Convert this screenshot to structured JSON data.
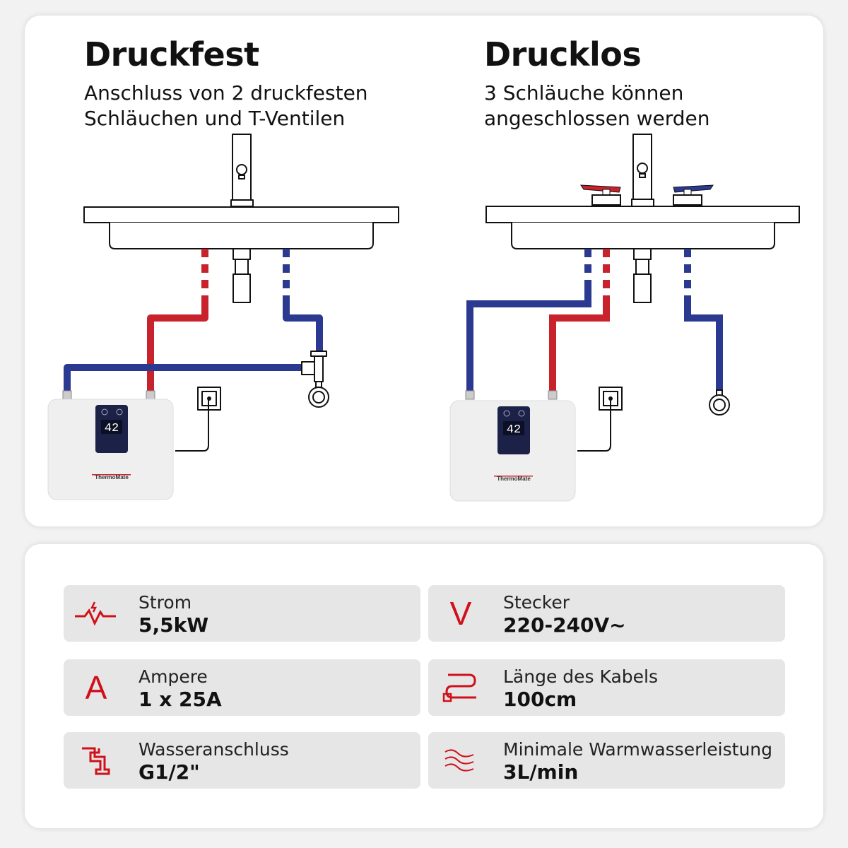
{
  "left": {
    "title": "Druckfest",
    "subtitle_line1": "Anschluss von 2 druckfesten",
    "subtitle_line2": "Schläuchen und T-Ventilen"
  },
  "right": {
    "title": "Drucklos",
    "subtitle_line1": "3 Schläuche können",
    "subtitle_line2": "angeschlossen werden"
  },
  "heater": {
    "display_value": "42",
    "brand": "ThermoMate"
  },
  "colors": {
    "hot": "#c8232c",
    "cold": "#2b3990",
    "accent": "#d0101a",
    "display": "#1c2147"
  },
  "specs": [
    {
      "icon": "pulse-bolt-icon",
      "label": "Strom",
      "value": "5,5kW"
    },
    {
      "icon": "letter-v-icon",
      "glyph": "V",
      "label": "Stecker",
      "value": "220-240V~"
    },
    {
      "icon": "letter-a-icon",
      "glyph": "A",
      "label": "Ampere",
      "value": "1 x 25A"
    },
    {
      "icon": "cable-plug-icon",
      "label": "Länge des Kabels",
      "value": "100cm"
    },
    {
      "icon": "pipe-fitting-icon",
      "label": "Wasseranschluss",
      "value": "G1/2\""
    },
    {
      "icon": "heat-waves-icon",
      "label": "Minimale Warmwasserleistung",
      "value": "3L/min"
    }
  ]
}
